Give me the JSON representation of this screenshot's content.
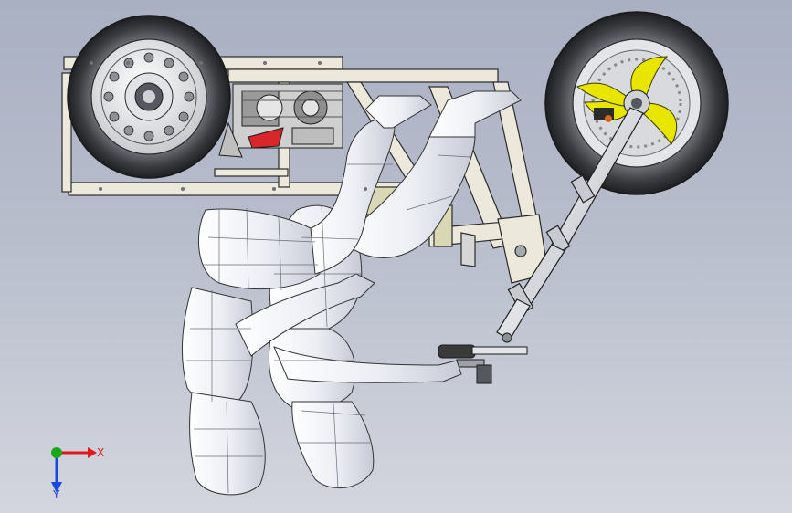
{
  "viewport": {
    "background_top": "#a9b0c2",
    "background_bottom": "#d3d6de"
  },
  "model": {
    "components": [
      "chassis-frame",
      "rear-wheel",
      "engine",
      "front-wheel",
      "front-fork",
      "handlebar",
      "rider-mannequin-left",
      "rider-mannequin-right"
    ],
    "colors": {
      "frame": "#ece9dc",
      "tire": "#4a4d52",
      "rim_front": "#e8e600",
      "brake": "#d9d9d9",
      "engine_accent": "#d9262a",
      "mannequin": "#f2f3f8",
      "outline": "#1c1c1c"
    }
  },
  "triad": {
    "x_label": "X",
    "y_label": "Y",
    "x_color": "#e01818",
    "y_color": "#18a818",
    "z_color": "#1848e0"
  }
}
